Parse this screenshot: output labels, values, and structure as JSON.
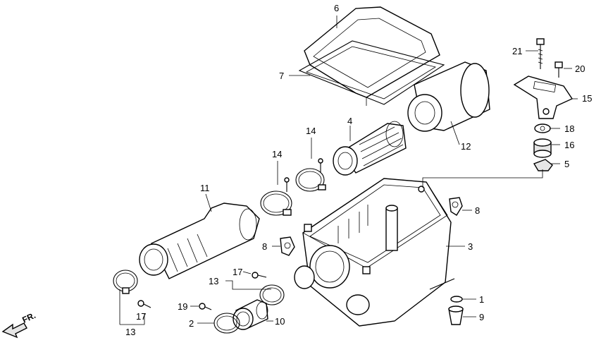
{
  "callouts": {
    "c1": "1",
    "c2": "2",
    "c3": "3",
    "c4": "4",
    "c5": "5",
    "c6": "6",
    "c7": "7",
    "c8a": "8",
    "c8b": "8",
    "c9": "9",
    "c10": "10",
    "c11": "11",
    "c12": "12",
    "c13a": "13",
    "c13b": "13",
    "c14a": "14",
    "c14b": "14",
    "c15": "15",
    "c16": "16",
    "c17a": "17",
    "c17b": "17",
    "c18": "18",
    "c19": "19",
    "c20": "20",
    "c21": "21"
  },
  "orientation": {
    "label": "FR."
  }
}
